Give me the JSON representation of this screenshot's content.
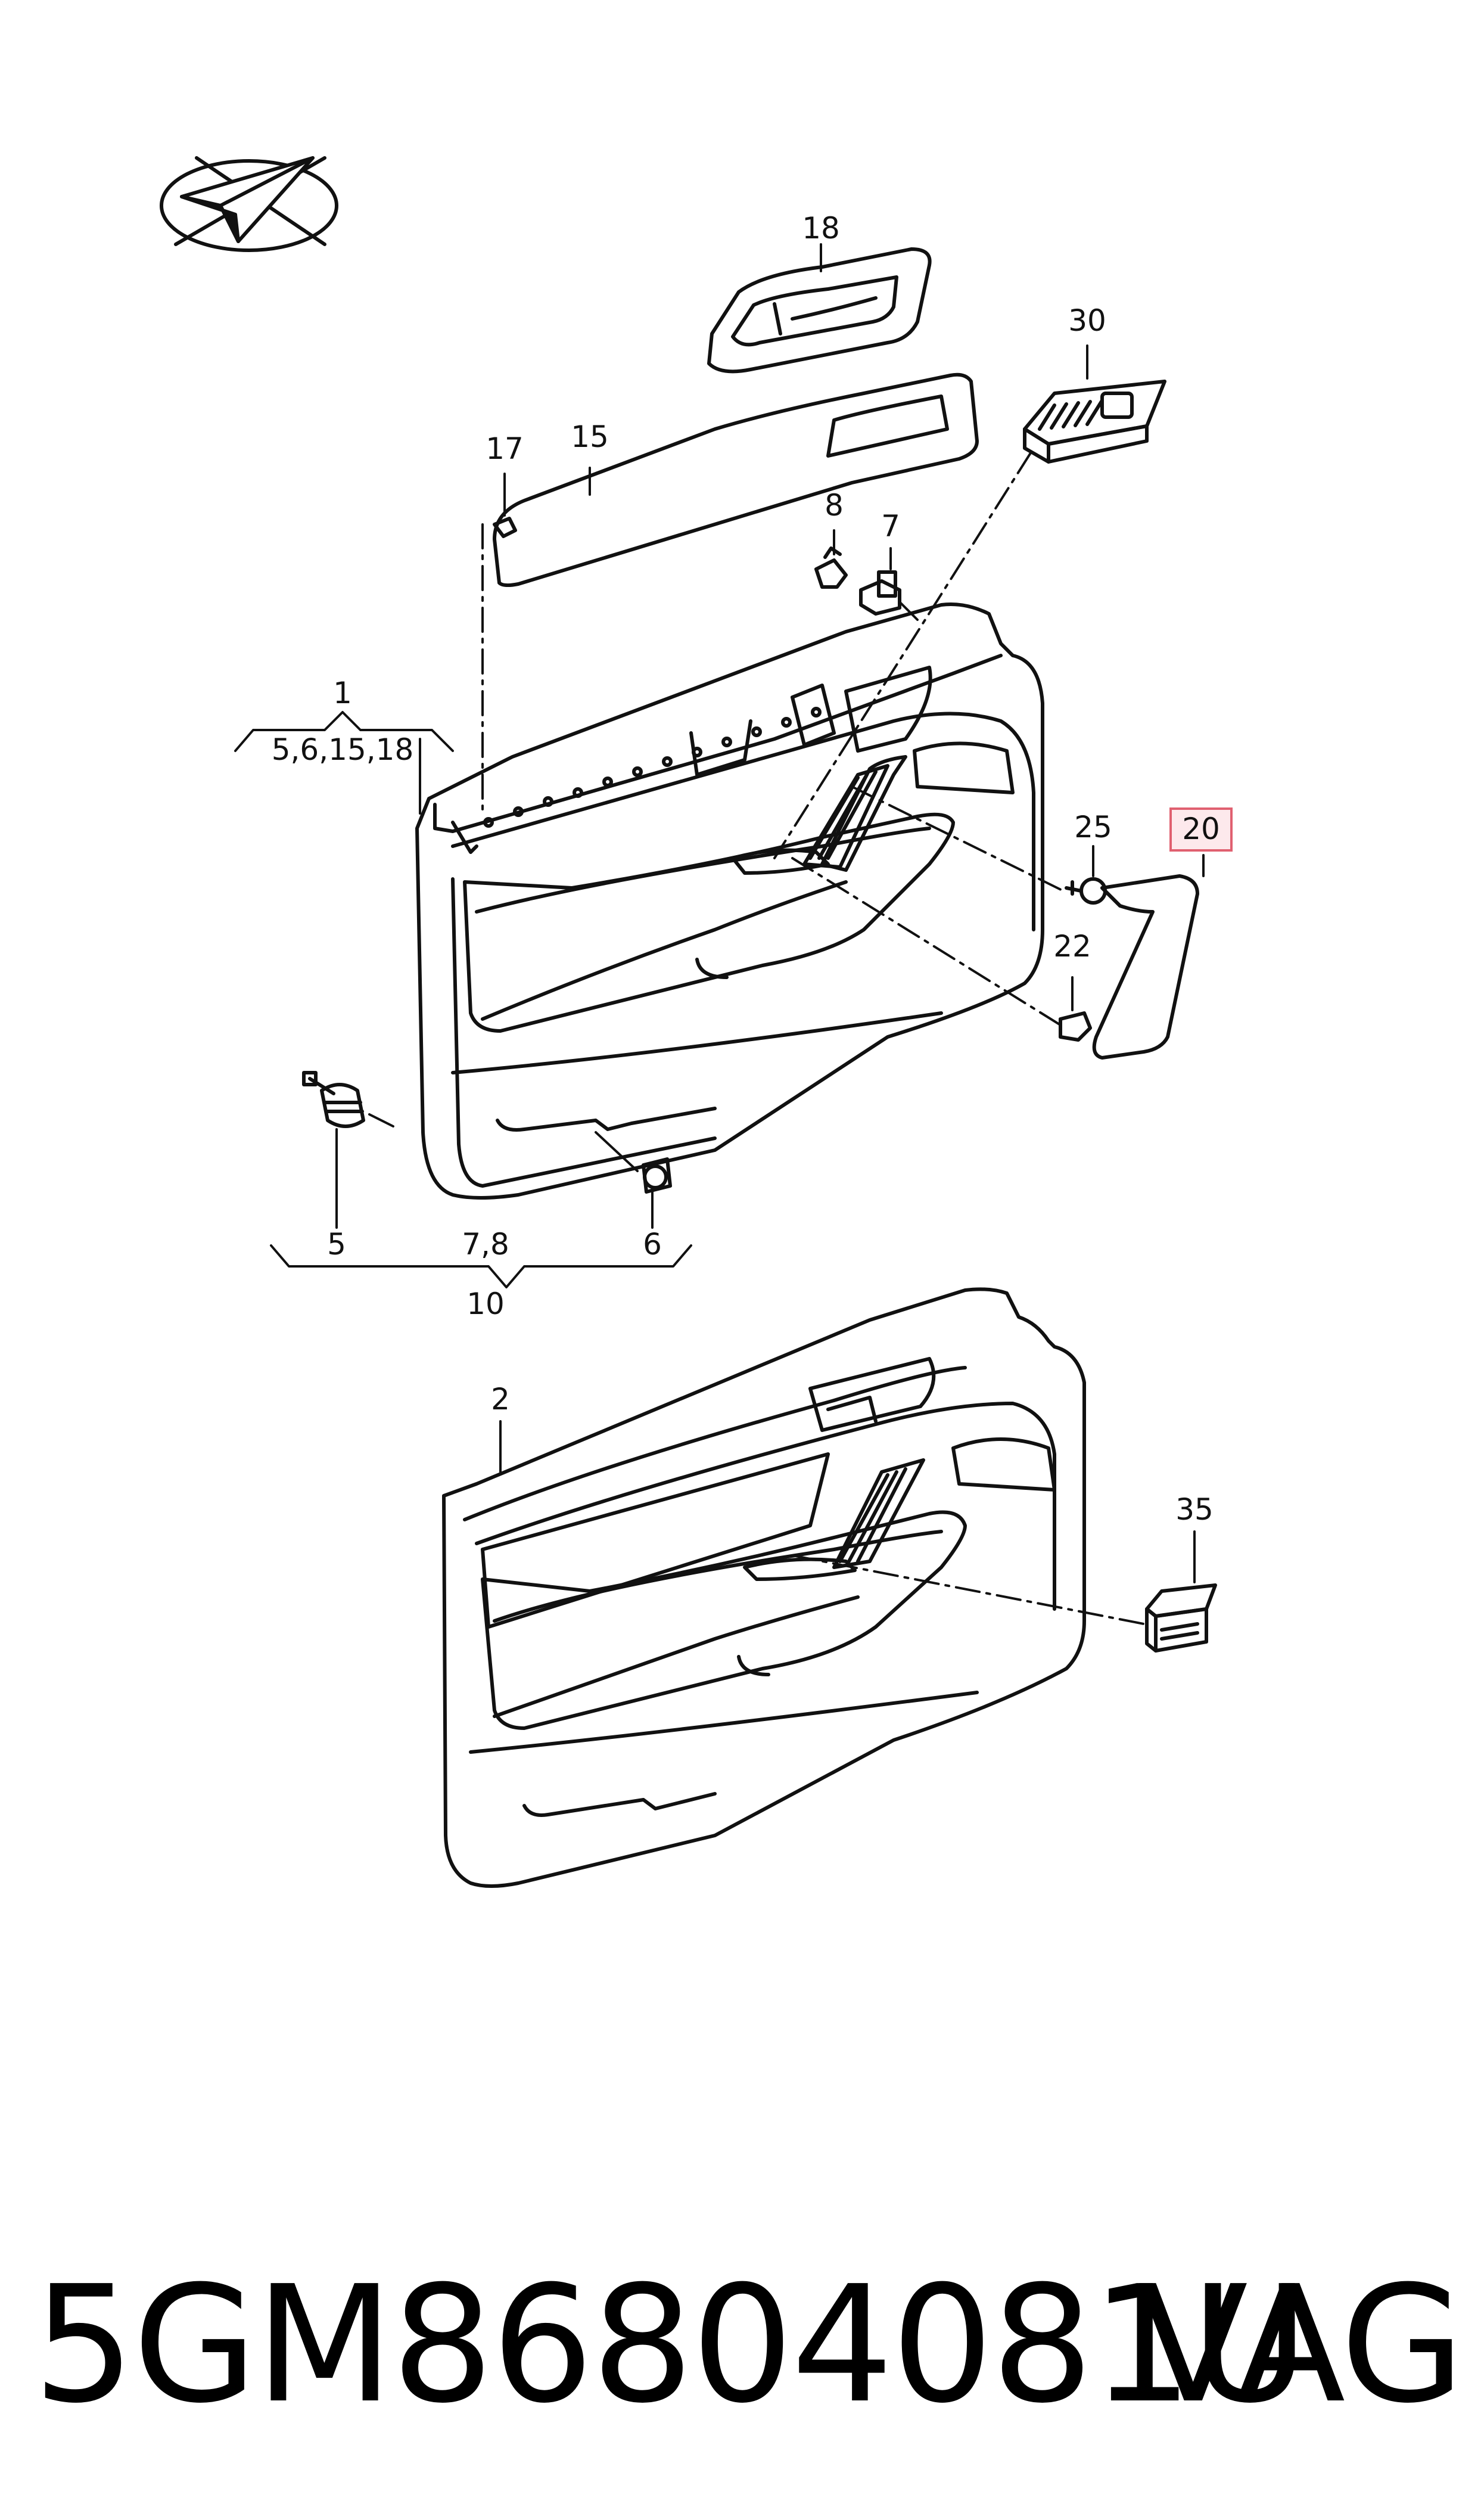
{
  "labels": {
    "l1": "1",
    "l1_sub": "5,6,15,18",
    "l2": "2",
    "l5": "5",
    "l6": "6",
    "l7": "7",
    "l8": "8",
    "l78": "7,8",
    "l10": "10",
    "l15": "15",
    "l17": "17",
    "l18": "18",
    "l20": "20",
    "l22": "22",
    "l25": "25",
    "l30": "30",
    "l35": "35"
  },
  "highlight_color": "#e06070",
  "footer": {
    "part_number": "5GM86804081U",
    "brand": "VAG"
  }
}
